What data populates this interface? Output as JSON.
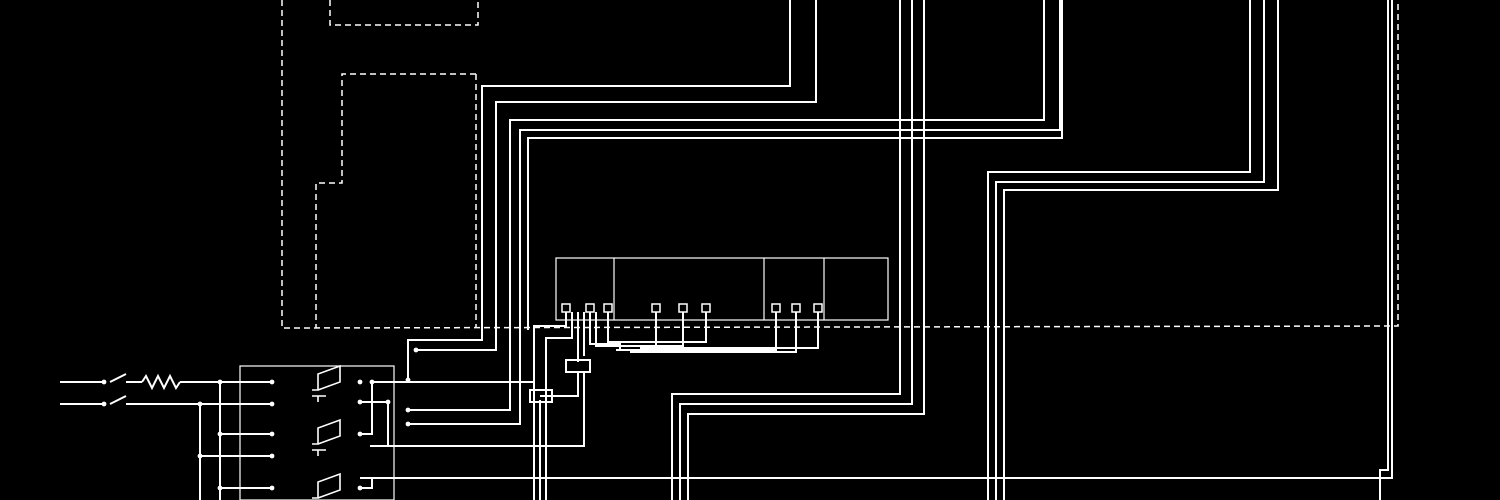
{
  "diagram": {
    "background_color": "#000000",
    "line_color": "#ffffff",
    "elements": {
      "terminal_block_terminals": 9,
      "relay_contacts": 3,
      "input_leads": 2,
      "resistors": 1,
      "inline_fuses": 2
    }
  }
}
